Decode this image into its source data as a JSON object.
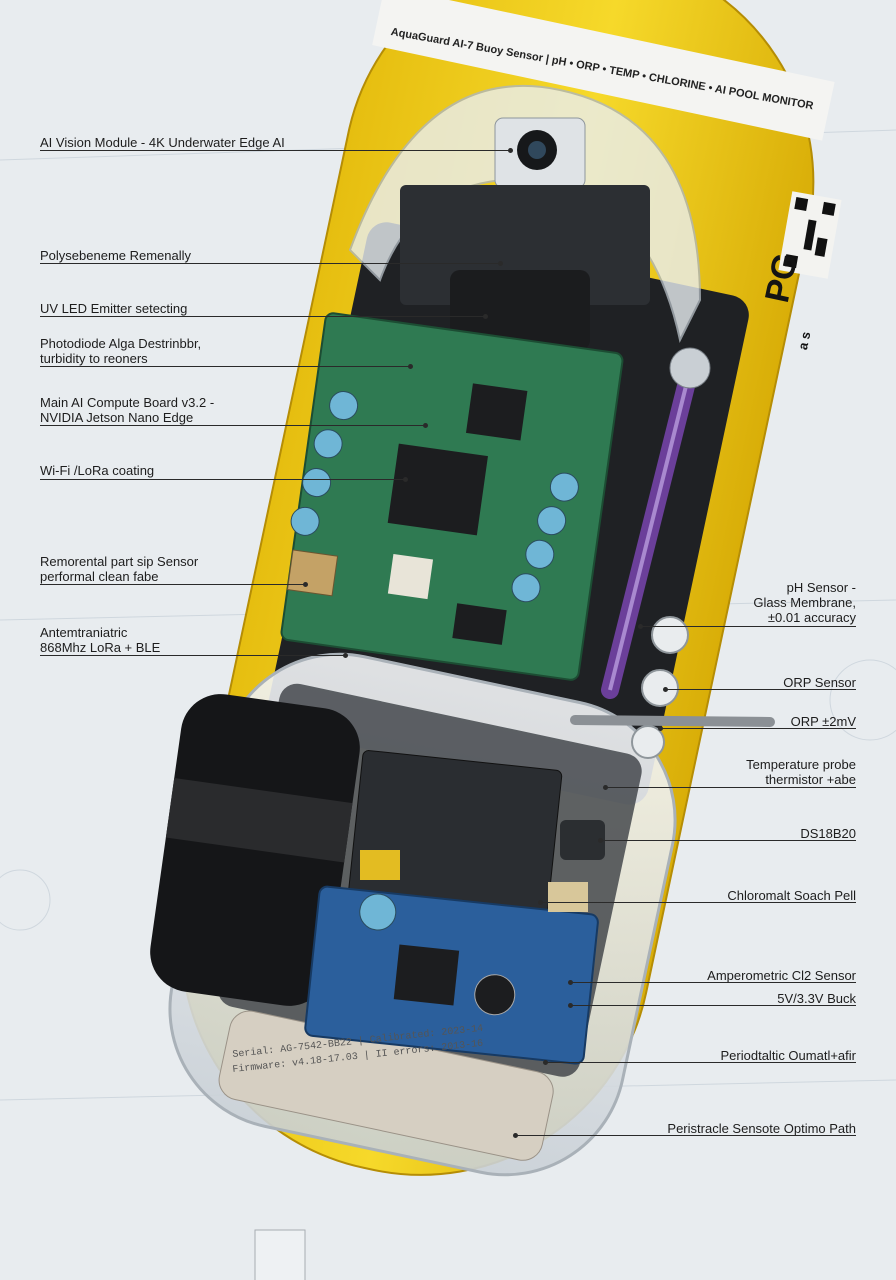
{
  "band_text": "AquaGuard AI-7 Buoy Sensor | pH • ORP • TEMP • CHLORINE • AI POOL MONITOR",
  "brand_mark": "PG",
  "brand_sub": "a s",
  "serial_line1": "Serial: AG-7542-BB22 | Calibrated: 2023-14",
  "serial_line2": "Firmware: v4.18-17.03 | II errors: 2013-16",
  "left_labels": [
    {
      "id": "ai-vision",
      "lines": [
        "AI Vision Module - 4K Underwater Edge AI"
      ]
    },
    {
      "id": "polysebeneme",
      "lines": [
        "Polysebeneme Remenally"
      ]
    },
    {
      "id": "uv-led",
      "lines": [
        "UV LED Emitter setecting"
      ]
    },
    {
      "id": "photodiode",
      "lines": [
        "Photodiode Alga Destrinbbr,",
        "turbidity to reoners"
      ]
    },
    {
      "id": "main-board",
      "lines": [
        "Main AI Compute Board v3.2 -",
        "NVIDIA Jetson Nano Edge"
      ]
    },
    {
      "id": "wifi-lora",
      "lines": [
        "Wi-Fi /LoRa coating"
      ]
    },
    {
      "id": "remorental",
      "lines": [
        "Remorental part sip Sensor",
        "performal clean fabe"
      ]
    },
    {
      "id": "antenna",
      "lines": [
        "Antemtraniatric",
        "868Mhz LoRa + BLE"
      ]
    }
  ],
  "right_labels": [
    {
      "id": "ph-sensor",
      "lines": [
        "pH Sensor -",
        "Glass Membrane,",
        "±0.01 accuracy"
      ]
    },
    {
      "id": "orp-sensor",
      "lines": [
        "ORP Sensor"
      ]
    },
    {
      "id": "orp-mv",
      "lines": [
        "ORP ±2mV"
      ]
    },
    {
      "id": "temp-probe",
      "lines": [
        "Temperature probe",
        "thermistor +abe"
      ]
    },
    {
      "id": "ds18b20",
      "lines": [
        "DS18B20"
      ]
    },
    {
      "id": "chloromalt",
      "lines": [
        "Chloromalt Soach Pell"
      ]
    },
    {
      "id": "cl2-sensor",
      "lines": [
        "Amperometric Cl2 Sensor"
      ]
    },
    {
      "id": "buck",
      "lines": [
        "5V/3.3V Buck"
      ]
    },
    {
      "id": "periodtaltic",
      "lines": [
        "Periodtaltic Oumatl+afir"
      ]
    },
    {
      "id": "peristaltic-path",
      "lines": [
        "Peristracle Sensote Optimo Path"
      ]
    }
  ],
  "colors": {
    "body_yellow": "#f2cf1c",
    "pcb_green": "#2f7a52",
    "pcb_blue": "#2b5f9c",
    "pcb_black": "#2a2d31",
    "background": "#e8ecef"
  }
}
